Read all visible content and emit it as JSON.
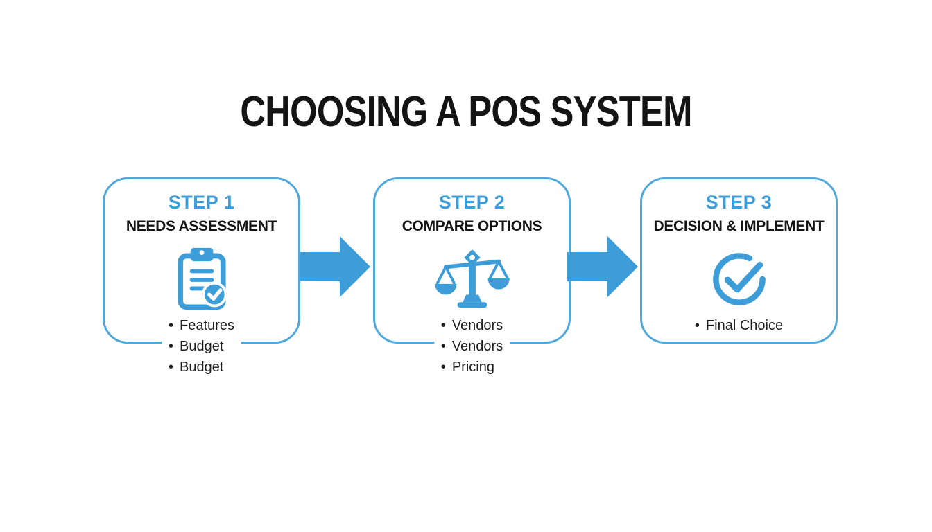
{
  "colors": {
    "background": "#ffffff",
    "accent": "#3d9dd8",
    "box_border": "#4fa8dc",
    "heading_ink": "#141414",
    "body_ink": "#1e1e1e"
  },
  "title": "CHOOSING A POS SYSTEM",
  "bullet_char": "•",
  "steps": [
    {
      "label": "STEP 1",
      "heading": "NEEDS ASSESSMENT",
      "icon": "clipboard-check-icon",
      "items": [
        "Features",
        "Budget",
        "Budget"
      ]
    },
    {
      "label": "STEP 2",
      "heading": "COMPARE OPTIONS",
      "icon": "balance-scale-icon",
      "items": [
        "Vendors",
        "Vendors",
        "Pricing"
      ]
    },
    {
      "label": "STEP 3",
      "heading": "DECISION & IMPLEMENT",
      "icon": "check-circle-icon",
      "items": [
        "Final Choice"
      ]
    }
  ]
}
